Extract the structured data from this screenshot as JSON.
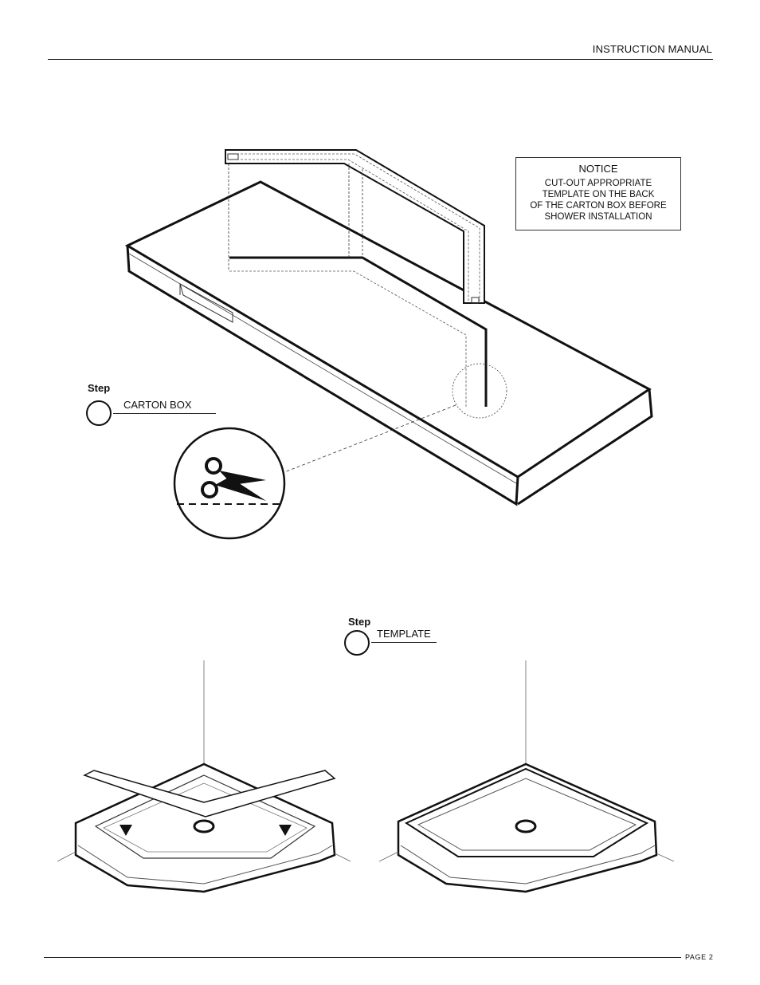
{
  "header": {
    "title": "INSTRUCTION MANUAL"
  },
  "notice": {
    "title": "NOTICE",
    "body": "CUT-OUT APPROPRIATE\nTEMPLATE ON THE BACK\nOF THE CARTON BOX BEFORE\nSHOWER INSTALLATION"
  },
  "steps": [
    {
      "label": "Step",
      "text": "CARTON BOX"
    },
    {
      "label": "Step",
      "text": "TEMPLATE"
    }
  ],
  "footer": {
    "page": "PAGE 2"
  },
  "icons": [
    "scissors-icon",
    "step-circle-icon"
  ]
}
